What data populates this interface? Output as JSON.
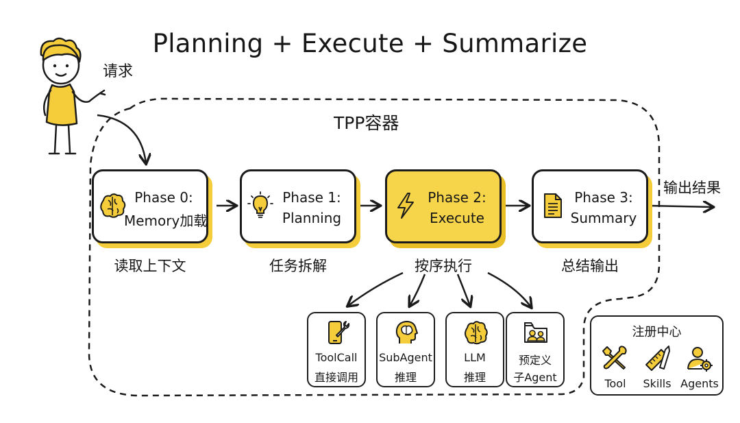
{
  "title": "Planning + Execute + Summarize",
  "request_label": "请求",
  "container_label": "TPP容器",
  "output_label": "输出结果",
  "phases": [
    {
      "title": "Phase 0:",
      "subtitle": "Memory加载",
      "caption": "读取上下文",
      "icon": "brain-icon"
    },
    {
      "title": "Phase 1:",
      "subtitle": "Planning",
      "caption": "任务拆解",
      "icon": "lightbulb-icon"
    },
    {
      "title": "Phase 2:",
      "subtitle": "Execute",
      "caption": "按序执行",
      "icon": "lightning-icon"
    },
    {
      "title": "Phase 3:",
      "subtitle": "Summary",
      "caption": "总结输出",
      "icon": "document-icon"
    }
  ],
  "execution_modes": [
    {
      "line1": "ToolCall",
      "line2": "直接调用",
      "icon": "phone-wrench-icon"
    },
    {
      "line1": "SubAgent",
      "line2": "推理",
      "icon": "head-brain-icon"
    },
    {
      "line1": "LLM",
      "line2": "推理",
      "icon": "brain-icon"
    },
    {
      "line1": "预定义",
      "line2": "子Agent",
      "icon": "folder-people-icon"
    }
  ],
  "registry": {
    "title": "注册中心",
    "items": [
      {
        "label": "Tool",
        "icon": "tools-icon"
      },
      {
        "label": "Skills",
        "icon": "pencil-ruler-icon"
      },
      {
        "label": "Agents",
        "icon": "agent-gear-icon"
      }
    ]
  },
  "colors": {
    "accent": "#f7d54b",
    "shadow": "#f5cd3b",
    "stroke": "#1b1b1b"
  }
}
